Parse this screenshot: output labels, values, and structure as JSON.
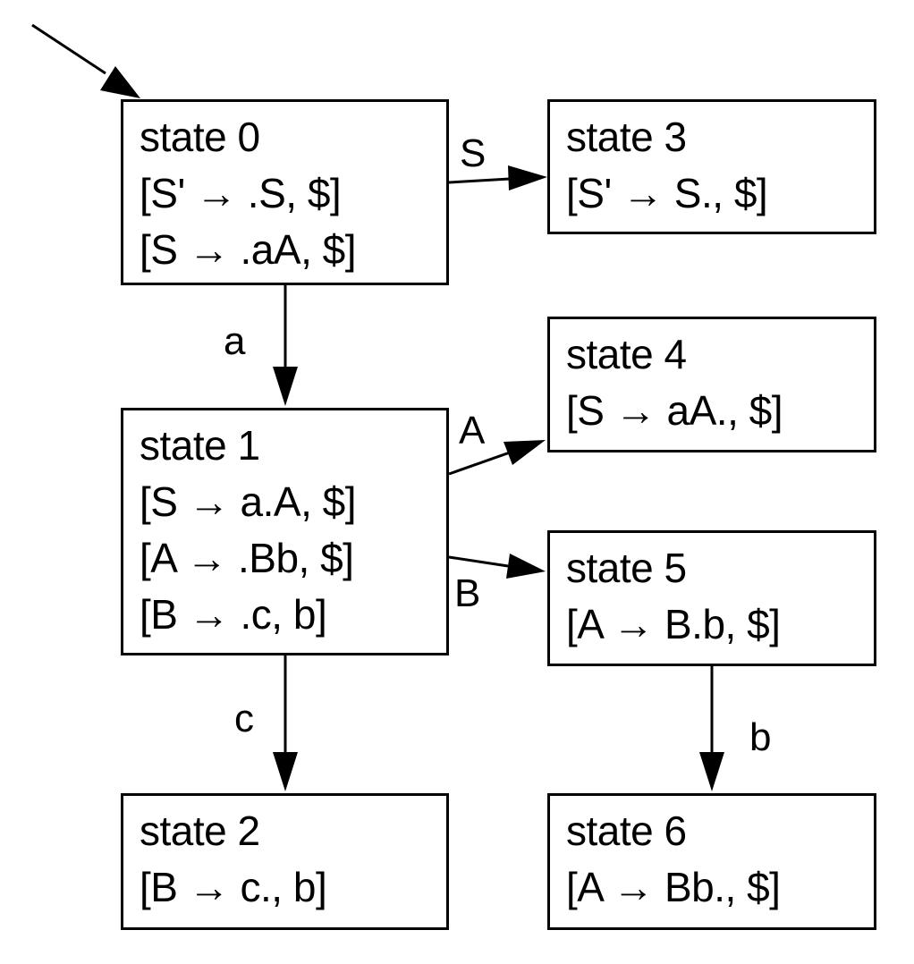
{
  "states": [
    {
      "id": "s0",
      "title": "state 0",
      "items": [
        "[S' → .S, $]",
        "[S → .aA, $]"
      ]
    },
    {
      "id": "s1",
      "title": "state 1",
      "items": [
        "[S → a.A, $]",
        "[A → .Bb, $]",
        "[B → .c, b]"
      ]
    },
    {
      "id": "s2",
      "title": "state 2",
      "items": [
        "[B → c., b]"
      ]
    },
    {
      "id": "s3",
      "title": "state 3",
      "items": [
        "[S' → S., $]"
      ]
    },
    {
      "id": "s4",
      "title": "state 4",
      "items": [
        "[S → aA., $]"
      ]
    },
    {
      "id": "s5",
      "title": "state 5",
      "items": [
        "[A → B.b, $]"
      ]
    },
    {
      "id": "s6",
      "title": "state 6",
      "items": [
        "[A → Bb., $]"
      ]
    }
  ],
  "transitions": [
    {
      "from": "s0",
      "to": "s3",
      "symbol": "S"
    },
    {
      "from": "s0",
      "to": "s1",
      "symbol": "a"
    },
    {
      "from": "s1",
      "to": "s4",
      "symbol": "A"
    },
    {
      "from": "s1",
      "to": "s5",
      "symbol": "B"
    },
    {
      "from": "s1",
      "to": "s2",
      "symbol": "c"
    },
    {
      "from": "s5",
      "to": "s6",
      "symbol": "b"
    }
  ],
  "start_state": "s0"
}
